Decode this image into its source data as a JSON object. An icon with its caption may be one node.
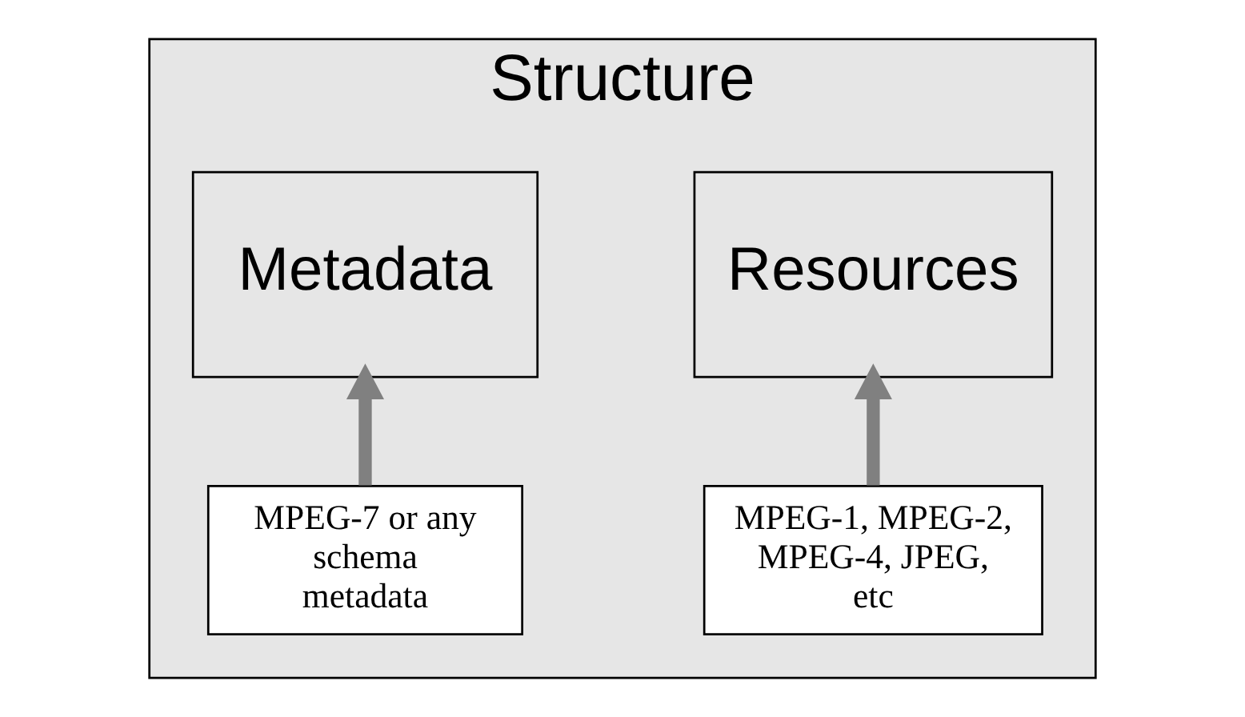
{
  "diagram": {
    "nodes": [
      {
        "text": [
          "Structure"
        ]
      },
      {
        "text": [
          "Resources"
        ],
        "in": 0
      },
      {
        "text": [
          "Metadata"
        ],
        "in": 0
      },
      {
        "text": [
          "MPEG-1, MPEG-2, MPEG-4, JPEG, etc"
        ],
        "in": 0
      },
      {
        "text": [
          "MPEG-7 or any schema metadata"
        ],
        "in": 0
      }
    ],
    "edges": [
      {
        "from": 3,
        "to": 1,
        "arrow": "to"
      },
      {
        "from": 4,
        "to": 2,
        "arrow": "to"
      }
    ]
  }
}
